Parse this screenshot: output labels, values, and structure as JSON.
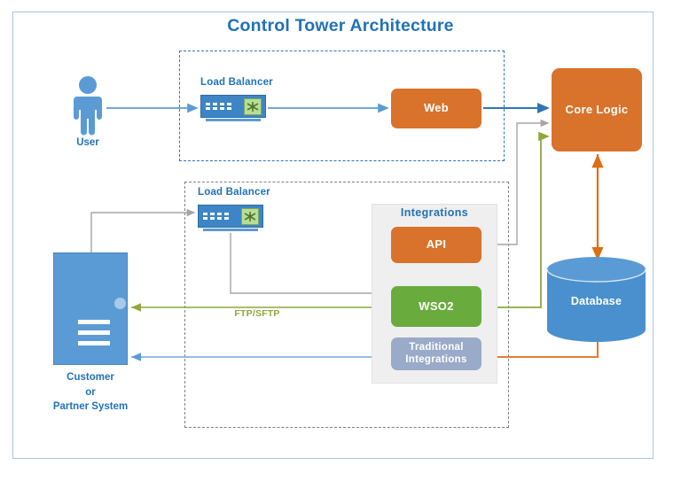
{
  "diagram": {
    "title": "Control Tower Architecture",
    "frame_color": "#a9c4dd",
    "background": "#ffffff"
  },
  "zones": [
    {
      "id": "web-zone",
      "label": "",
      "border_style": "dashed",
      "border_color": "#2e75b6"
    },
    {
      "id": "integration-zone",
      "label": "",
      "border_style": "dashed",
      "border_color": "#7f7f7f"
    }
  ],
  "nodes": {
    "user": {
      "label": "User",
      "type": "actor-icon",
      "color": "#5b9bd5",
      "label_color": "#2072b8"
    },
    "lb1": {
      "label": "Load Balancer",
      "type": "device-icon",
      "color": "#3d85c6",
      "label_color": "#2072b8"
    },
    "lb2": {
      "label": "Load Balancer",
      "type": "device-icon",
      "color": "#3d85c6",
      "label_color": "#2072b8"
    },
    "web": {
      "label": "Web",
      "type": "process-box",
      "color": "#d9722b",
      "text_color": "#ffffff"
    },
    "core_logic": {
      "label": "Core Logic",
      "type": "process-box",
      "color": "#d9722b",
      "text_color": "#ffffff"
    },
    "api": {
      "label": "API",
      "type": "process-box",
      "color": "#d9722b",
      "text_color": "#ffffff"
    },
    "wso2": {
      "label": "WSO2",
      "type": "process-box",
      "color": "#6aab3e",
      "text_color": "#ffffff"
    },
    "traditional": {
      "label": "Traditional Integrations",
      "type": "process-box",
      "color": "#9aaac9",
      "text_color": "#ffffff"
    },
    "integrations": {
      "label": "Integrations",
      "type": "group-panel",
      "color": "#efefef",
      "label_color": "#2072b8"
    },
    "customer": {
      "label": "Customer or Partner System",
      "label_line1": "Customer",
      "label_line2": "or",
      "label_line3": "Partner System",
      "type": "system-icon",
      "color": "#5b9bd5",
      "label_color": "#2072b8"
    },
    "database": {
      "label": "Database",
      "type": "cylinder",
      "color": "#4a90ce",
      "text_color": "#ffffff"
    }
  },
  "edges": [
    {
      "from": "user",
      "to": "lb1",
      "color": "#5b9bd5",
      "arrow": "single",
      "label": ""
    },
    {
      "from": "lb1",
      "to": "web",
      "color": "#5b9bd5",
      "arrow": "single",
      "label": ""
    },
    {
      "from": "web",
      "to": "core_logic",
      "color": "#2e75b6",
      "arrow": "single",
      "label": ""
    },
    {
      "from": "customer",
      "to": "lb2",
      "color": "#a6a6a6",
      "arrow": "single",
      "label": ""
    },
    {
      "from": "lb2",
      "to": "wso2",
      "color": "#a6a6a6",
      "arrow": "single",
      "label": ""
    },
    {
      "from": "customer",
      "to": "wso2",
      "color": "#8fa73d",
      "arrow": "double",
      "label": "FTP/SFTP"
    },
    {
      "from": "customer",
      "to": "traditional",
      "color": "#6ea8dc",
      "arrow": "double",
      "label": ""
    },
    {
      "from": "api",
      "to": "wso2",
      "color": "#2e75b6",
      "arrow": "double",
      "label": ""
    },
    {
      "from": "api",
      "to": "core_logic",
      "color": "#a6a6a6",
      "arrow": "single",
      "label": ""
    },
    {
      "from": "wso2",
      "to": "core_logic",
      "color": "#8fa73d",
      "arrow": "single",
      "label": ""
    },
    {
      "from": "core_logic",
      "to": "database",
      "color": "#e06c16",
      "arrow": "double",
      "label": ""
    },
    {
      "from": "database",
      "to": "traditional",
      "color": "#e06c16",
      "arrow": "single",
      "label": ""
    }
  ],
  "labels": {
    "ftp_sftp": "FTP/SFTP"
  }
}
